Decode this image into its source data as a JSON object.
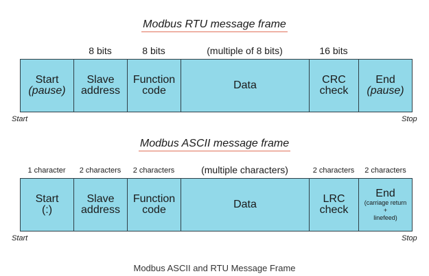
{
  "rtu": {
    "title": "Modbus RTU message frame",
    "sizes": [
      "8 bits",
      "8 bits",
      "(multiple of 8 bits)",
      "16 bits"
    ],
    "fields": [
      {
        "line1": "Start",
        "line2": "(pause)"
      },
      {
        "line1": "Slave",
        "line2": "address"
      },
      {
        "line1": "Function",
        "line2": "code"
      },
      {
        "line1": "Data"
      },
      {
        "line1": "CRC",
        "line2": "check"
      },
      {
        "line1": "End",
        "line2": "(pause)"
      }
    ],
    "start_label": "Start",
    "stop_label": "Stop"
  },
  "ascii": {
    "title": "Modbus ASCII message frame",
    "sizes": [
      "1 character",
      "2 characters",
      "2 characters",
      "(multiple characters)",
      "2 characters",
      "2 characters"
    ],
    "fields": [
      {
        "line1": "Start",
        "line2": "(:)"
      },
      {
        "line1": "Slave",
        "line2": "address"
      },
      {
        "line1": "Function",
        "line2": "code"
      },
      {
        "line1": "Data"
      },
      {
        "line1": "LRC",
        "line2": "check"
      },
      {
        "line1": "End",
        "line2": "(carriage return",
        "line3": "+",
        "line4": "linefeed)"
      }
    ],
    "start_label": "Start",
    "stop_label": "Stop"
  },
  "caption": "Modbus ASCII and RTU Message Frame",
  "colors": {
    "field_fill": "#92d9e9",
    "border": "#2f3f47",
    "title_underline": "#e0705a"
  }
}
